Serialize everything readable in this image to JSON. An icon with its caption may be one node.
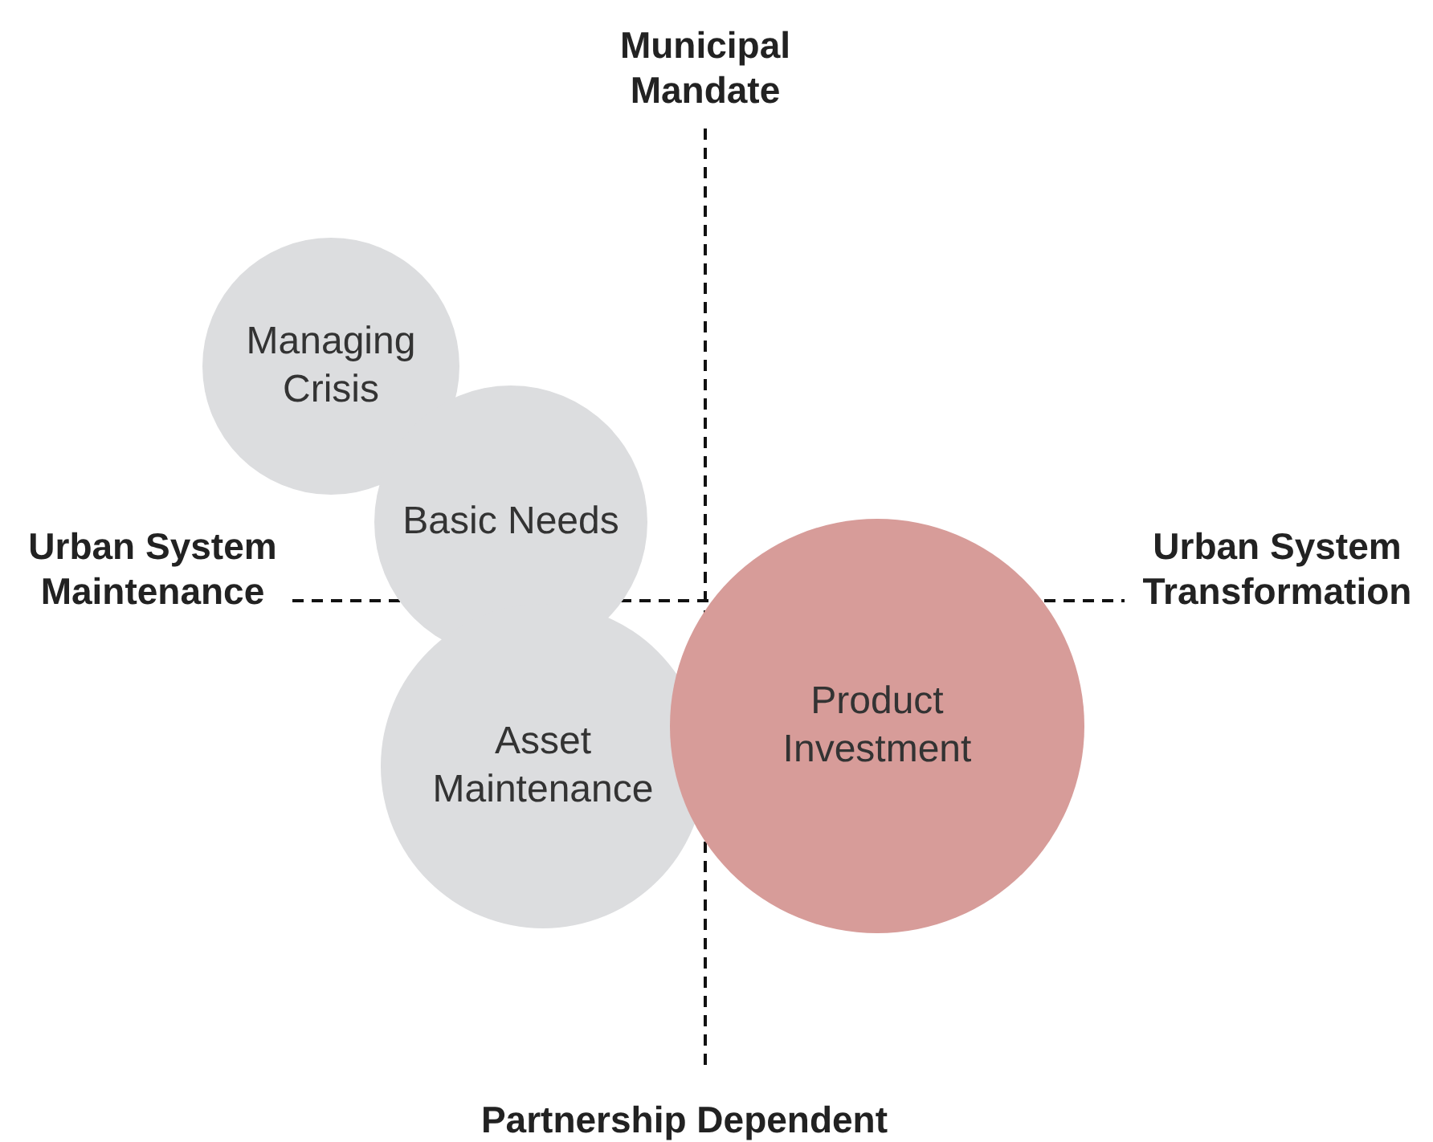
{
  "diagram": {
    "nodes": [
      {
        "text": [
          "Managing Crisis"
        ]
      },
      {
        "text": [
          "Basic Needs"
        ]
      },
      {
        "text": [
          "Asset Maintenance"
        ]
      },
      {
        "text": [
          "Product Investment"
        ]
      }
    ],
    "labels": [
      "Municipal Mandate",
      "Urban System Maintenance",
      "Urban System Transformation",
      "Partnership Dependent"
    ]
  }
}
